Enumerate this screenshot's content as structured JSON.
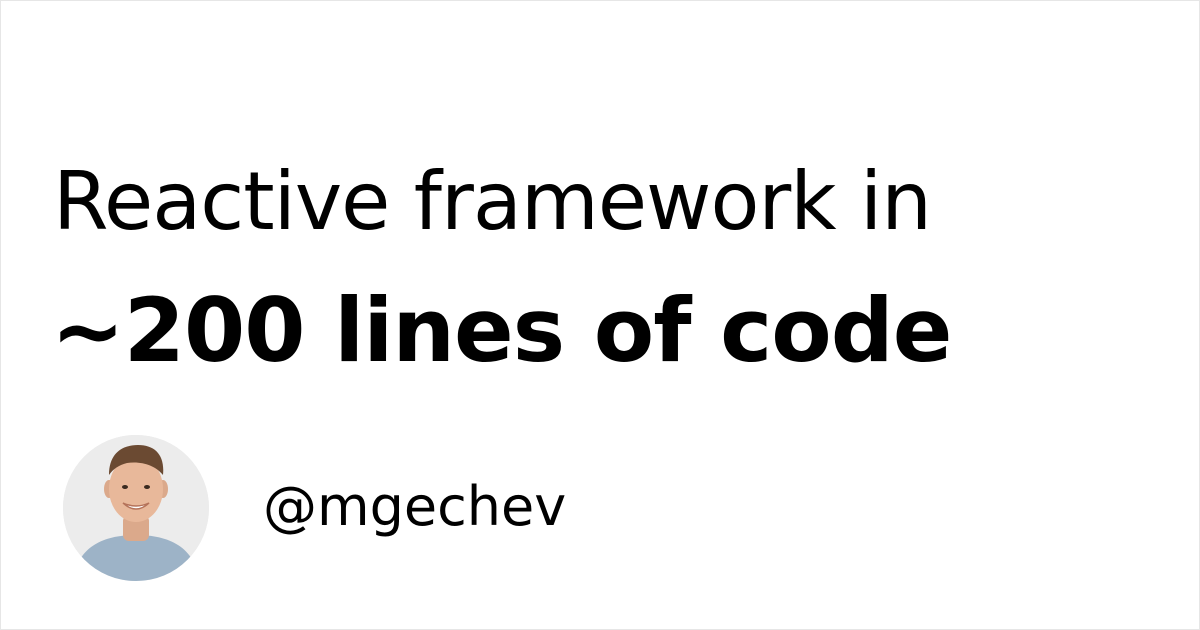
{
  "headline": {
    "line1": "Reactive framework in",
    "line2": "~200 lines of code"
  },
  "author": {
    "handle": "@mgechev",
    "avatar_icon": "person-photo-icon"
  },
  "colors": {
    "background": "#ffffff",
    "text": "#000000",
    "avatar_bg": "#e9e9e9",
    "shirt": "#9db3c7",
    "skin": "#e8b89a",
    "hair": "#6b4a32"
  }
}
